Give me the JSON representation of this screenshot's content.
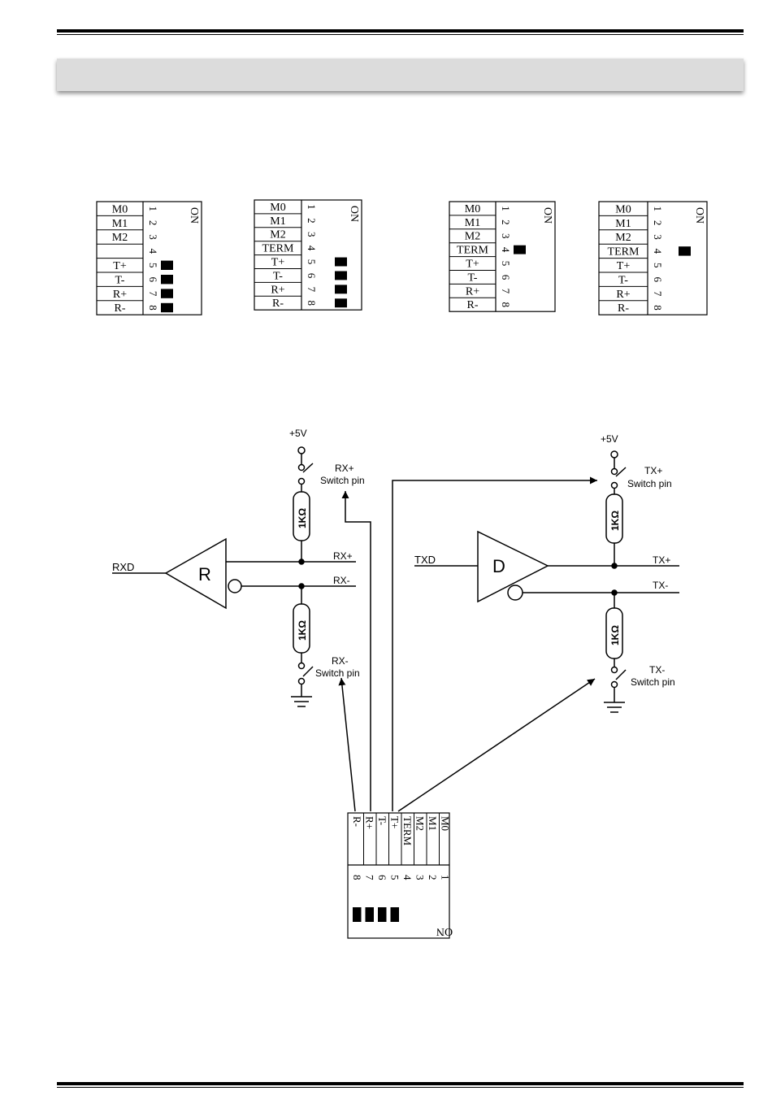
{
  "switch_labels": [
    "M0",
    "M1",
    "M2",
    "TERM",
    "T+",
    "T-",
    "R+",
    "R-"
  ],
  "switch_numbers": [
    "1",
    "2",
    "3",
    "4",
    "5",
    "6",
    "7",
    "8"
  ],
  "on_label": "ON",
  "dip_blocks": [
    {
      "labels": [
        "M0",
        "M1",
        "M2",
        "",
        "T+",
        "T-",
        "R+",
        "R-"
      ],
      "on": [
        5,
        6,
        7,
        8
      ]
    },
    {
      "labels": [
        "M0",
        "M1",
        "M2",
        "TERM",
        "T+",
        "T-",
        "R+",
        "R-"
      ],
      "on": [
        5,
        6,
        7,
        8
      ]
    },
    {
      "labels": [
        "M0",
        "M1",
        "M2",
        "TERM",
        "T+",
        "T-",
        "R+",
        "R-"
      ],
      "on": [
        4
      ]
    },
    {
      "labels": [
        "M0",
        "M1",
        "M2",
        "TERM",
        "T+",
        "T-",
        "R+",
        "R-"
      ],
      "on": [
        4
      ]
    }
  ],
  "schematic": {
    "vcc": "+5V",
    "resistor": "1KΩ",
    "receiver": {
      "input": "RXD",
      "symbol": "R",
      "pos": "RX+",
      "neg": "RX-",
      "pos_switch": [
        "RX+",
        "Switch pin"
      ],
      "neg_switch": [
        "RX-",
        "Switch pin"
      ]
    },
    "driver": {
      "input": "TXD",
      "symbol": "D",
      "pos": "TX+",
      "neg": "TX-",
      "pos_switch": [
        "TX+",
        "Switch pin"
      ],
      "neg_switch": [
        "TX-",
        "Switch pin"
      ]
    }
  },
  "bottom_dip": {
    "labels": [
      "M0",
      "M1",
      "M2",
      "TERM",
      "T+",
      "T-",
      "R+",
      "R-"
    ],
    "numbers": [
      "1",
      "2",
      "3",
      "4",
      "5",
      "6",
      "7",
      "8"
    ],
    "on": [
      5,
      6,
      7,
      8
    ],
    "on_label": "ON"
  }
}
